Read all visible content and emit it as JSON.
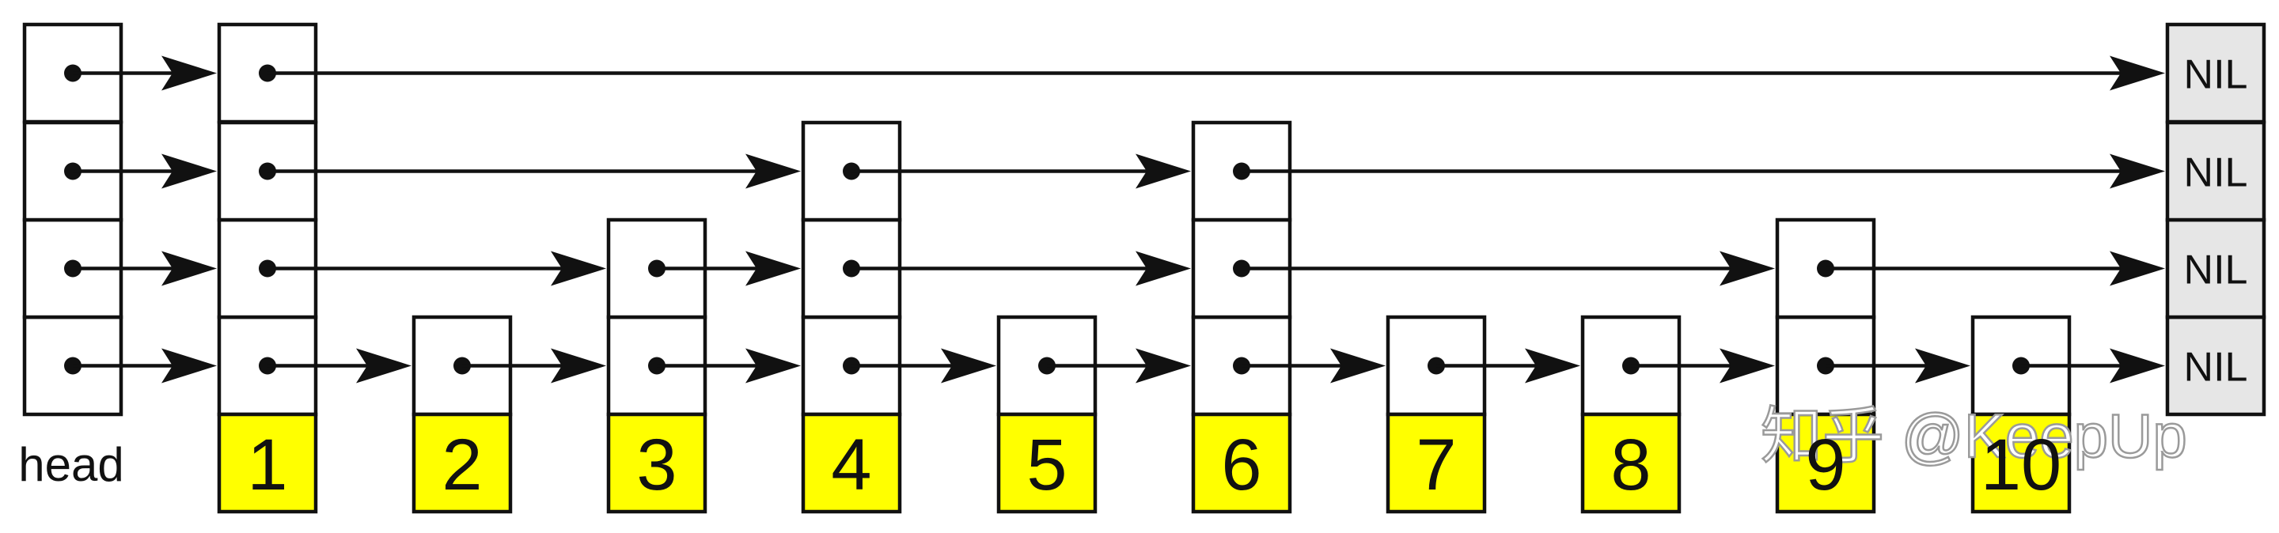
{
  "head_label": "head",
  "levels": 4,
  "nodes": [
    {
      "key": "1",
      "height": 4
    },
    {
      "key": "2",
      "height": 1
    },
    {
      "key": "3",
      "height": 2
    },
    {
      "key": "4",
      "height": 3
    },
    {
      "key": "5",
      "height": 1
    },
    {
      "key": "6",
      "height": 3
    },
    {
      "key": "7",
      "height": 1
    },
    {
      "key": "8",
      "height": 1
    },
    {
      "key": "9",
      "height": 2
    },
    {
      "key": "10",
      "height": 1
    }
  ],
  "nil_label": "NIL",
  "watermark": "知乎 @KeepUp",
  "colors": {
    "key_fill": "#ffff00",
    "nil_fill": "#e6e6e6",
    "stroke": "#111111"
  }
}
